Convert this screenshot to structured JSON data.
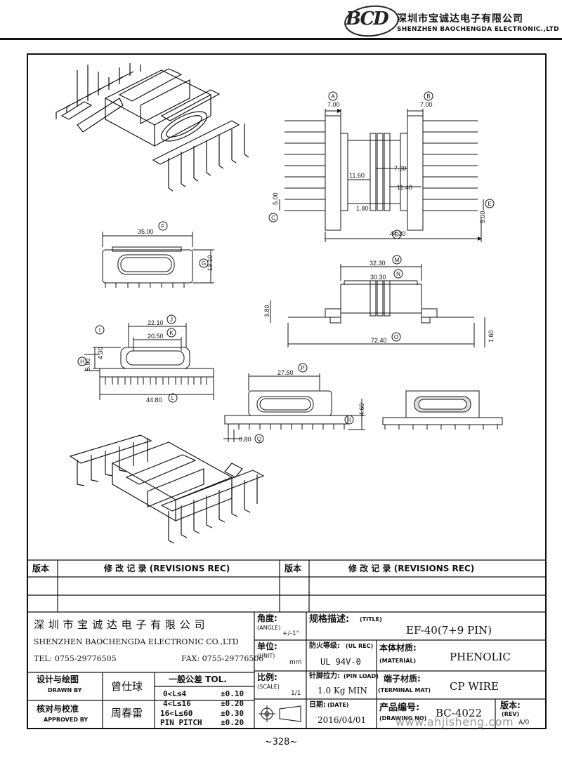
{
  "header": {
    "logo_text": "BCD",
    "company_cn": "深圳市宝诚达电子有限公司",
    "company_en": "SHENZHEN BAOCHENGDA ELECTRONIC.,LTD"
  },
  "dimensions": {
    "A": "7.00",
    "B": "7.00",
    "d_11_60": "11.60",
    "d_7_30": "7.30",
    "d_11_40": "11.40",
    "d_1_80": "1.80",
    "C": "5.00",
    "E": "5.00",
    "D": "44.30",
    "F": "35.00",
    "G": "13.10",
    "M": "32.30",
    "N": "30.30",
    "d_3_80": "3.80",
    "O": "72.40",
    "d_1_60": "1.60",
    "J": "22.10",
    "K": "20.50",
    "I": "4.30",
    "H": "5.90",
    "L": "44.80",
    "P": "27.50",
    "R": "4.60",
    "Q": "0.80"
  },
  "labels": {
    "A": "A",
    "B": "B",
    "C": "C",
    "D": "D",
    "E": "E",
    "F": "F",
    "G": "G",
    "H": "H",
    "I": "I",
    "J": "J",
    "K": "K",
    "L": "L",
    "M": "M",
    "N": "N",
    "O": "O",
    "P": "P",
    "Q": "Q",
    "R": "R"
  },
  "title_block": {
    "rev_col": "版本",
    "rev_rec": "修 改 记 录  (REVISIONS REC)",
    "rev_col2": "版本",
    "rev_rec2": "修 改 记 录  (REVISIONS REC)",
    "company_cn": "深 圳 市 宝 诚 达 电 子 有 限 公 司",
    "company_en": "SHENZHEN BAOCHENGDA ELECTRONIC CO.,LTD",
    "tel": "TEL: 0755-29776505",
    "fax": "FAX: 0755-29776506",
    "angle_cn": "角度:",
    "angle_en": "(ANGLE)",
    "angle_val": "+/-1°",
    "unit_cn": "单位:",
    "unit_en": "(UNIT)",
    "unit_val": "mm",
    "scale_cn": "比例:",
    "scale_en": "(SCALE)",
    "scale_val": "1/1",
    "title_cn": "规格描述:",
    "title_en": "(TITLE)",
    "title_val": "EF-40(7+9 PIN)",
    "ul_cn": "防火等级:",
    "ul_en": "(UL REC)",
    "ul_val": "UL 94V-0",
    "material_cn": "本体材质:",
    "material_en": "(MATERIAL)",
    "material_val": "PHENOLIC",
    "pinload_cn": "针脚拉力:",
    "pinload_en": "(PIN LOAD)",
    "pinload_val": "1.0 Kg MIN",
    "terminal_cn": "端子材质:",
    "terminal_en": "(TERMINAL MAT)",
    "terminal_val": "CP WIRE",
    "date_cn": "日期:",
    "date_en": "(DATE)",
    "date_val": "2016/04/01",
    "drawno_cn": "产品编号:",
    "drawno_en": "(DRAWING NO)",
    "drawno_val": "BC-4022",
    "rev_cn": "版本:",
    "rev_en": "(REV)",
    "rev_val": "A/0",
    "drawn_cn": "设计与绘图",
    "drawn_en": "DRAWN BY",
    "drawn_val": "曾仕球",
    "approved_cn": "核对与校准",
    "approved_en": "APPROVED BY",
    "approved_val": "周春雷",
    "tol_title": "一般公差 TOL.",
    "tol_rows": [
      {
        "range": "0<L≤4",
        "val": "±0.10"
      },
      {
        "range": "4<L≤16",
        "val": "±0.20"
      },
      {
        "range": "16<L≤60",
        "val": "±0.30"
      },
      {
        "range": "PIN PITCH",
        "val": "±0.20"
      }
    ]
  },
  "page_number": "~328~",
  "watermark": "www.ahjisheng.com"
}
